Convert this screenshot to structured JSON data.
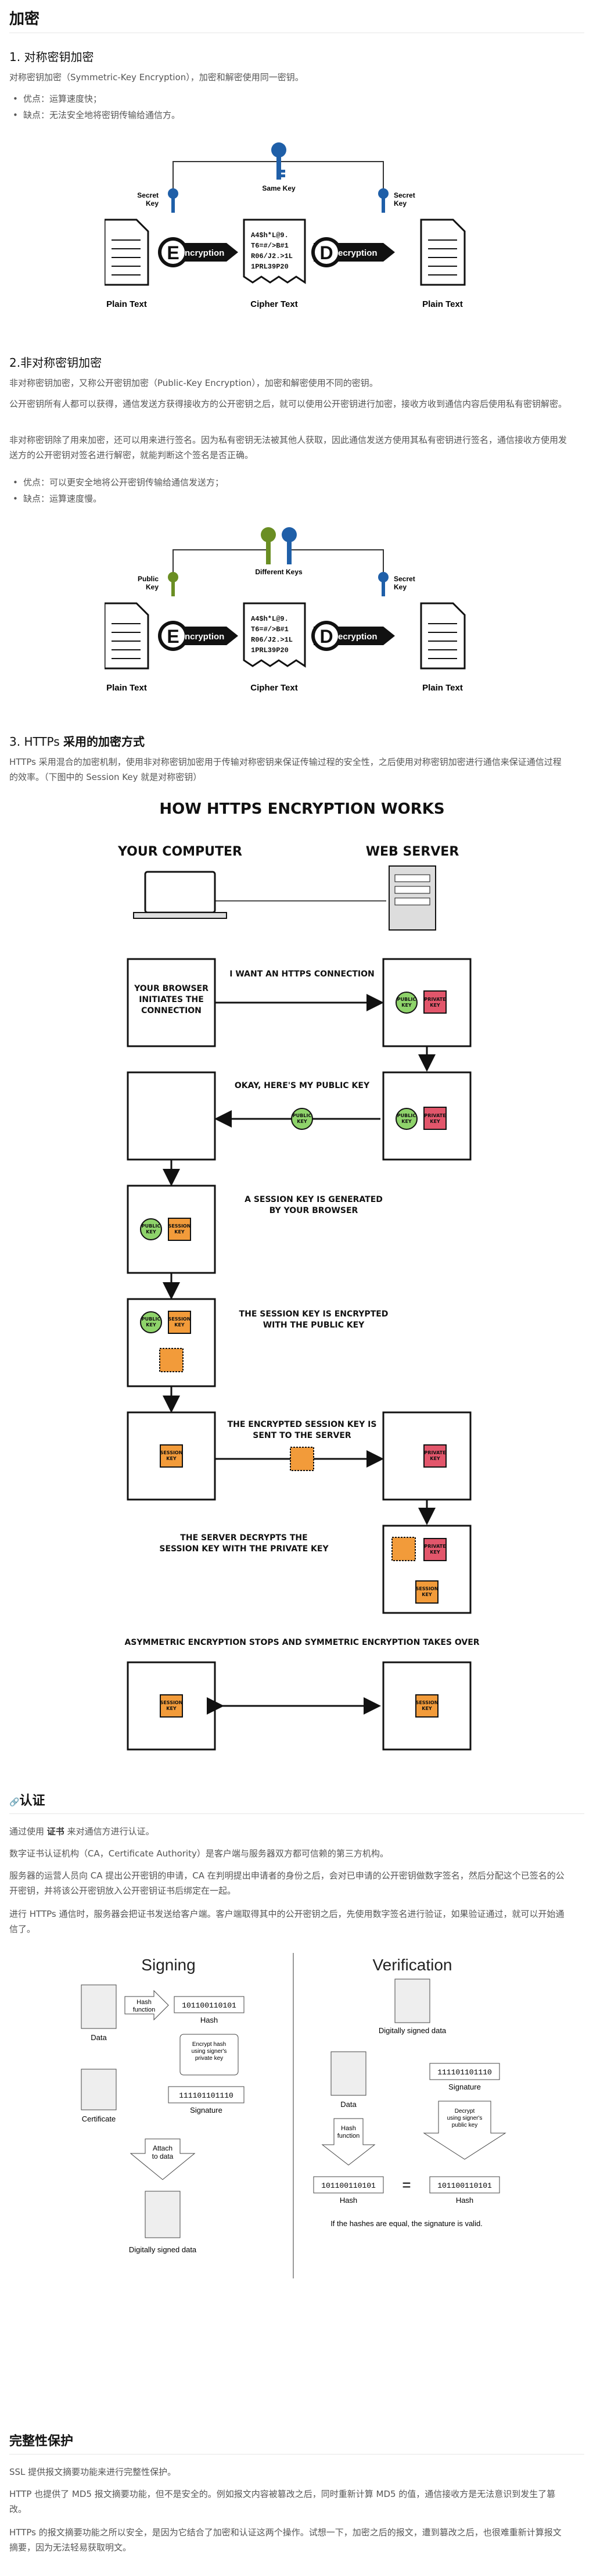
{
  "heading_main": "加密",
  "sym": {
    "title": "1. 对称密钥加密",
    "desc": "对称密钥加密（Symmetric-Key Encryption），加密和解密使用同一密钥。",
    "pro": "优点：运算速度快；",
    "con": "缺点：无法安全地将密钥传输给通信方。",
    "diagram": {
      "secret_key_l1": "Secret",
      "secret_key_l2": "Key",
      "same_key": "Same Key",
      "enc": "ncryption",
      "enc_letter": "E",
      "dec": "ecryption",
      "dec_letter": "D",
      "cipher_lines": [
        "A4$h*L@9.",
        "T6=#/>B#1",
        "R06/J2.>1L",
        "1PRL39P20"
      ],
      "plain_text": "Plain Text",
      "cipher_text": "Cipher Text"
    }
  },
  "asym": {
    "title": "2.非对称密钥加密",
    "desc1": "非对称密钥加密，又称公开密钥加密（Public-Key Encryption），加密和解密使用不同的密钥。",
    "desc2": "公开密钥所有人都可以获得，通信发送方获得接收方的公开密钥之后，就可以使用公开密钥进行加密，接收方收到通信内容后使用私有密钥解密。",
    "desc3": "非对称密钥除了用来加密，还可以用来进行签名。因为私有密钥无法被其他人获取，因此通信发送方使用其私有密钥进行签名，通信接收方使用发送方的公开密钥对签名进行解密，就能判断这个签名是否正确。",
    "pro": "优点：可以更安全地将公开密钥传输给通信发送方；",
    "con": "缺点：运算速度慢。",
    "diagram": {
      "public_l1": "Public",
      "public_l2": "Key",
      "different_keys": "Different Keys",
      "secret_l1": "Secret",
      "secret_l2": "Key",
      "plain_text": "Plain Text",
      "cipher_text": "Cipher Text"
    }
  },
  "https": {
    "title_prefix": "3. HTTPs ",
    "title_bold": "采用的加密方式",
    "desc": "HTTPs 采用混合的加密机制，使用非对称密钥加密用于传输对称密钥来保证传输过程的安全性，之后使用对称密钥加密进行通信来保证通信过程的效率。（下图中的 Session Key 就是对称密钥）",
    "diagram": {
      "title": "HOW HTTPS ENCRYPTION WORKS",
      "your_computer": "YOUR COMPUTER",
      "web_server": "WEB SERVER",
      "step1_box": [
        "YOUR BROWSER",
        "INITIATES THE",
        "CONNECTION"
      ],
      "step1_label": "I WANT AN HTTPS CONNECTION",
      "step2_label": "OKAY, HERE'S MY PUBLIC KEY",
      "step3_label": [
        "A SESSION KEY IS GENERATED",
        "BY YOUR BROWSER"
      ],
      "step4_label": [
        "THE SESSION KEY IS ENCRYPTED",
        "WITH THE PUBLIC KEY"
      ],
      "step5_label": [
        "THE ENCRYPTED SESSION KEY IS",
        "SENT TO THE SERVER"
      ],
      "step6_label": [
        "THE SERVER DECRYPTS THE",
        "SESSION KEY WITH THE PRIVATE KEY"
      ],
      "step7_label": "ASYMMETRIC ENCRYPTION STOPS AND SYMMETRIC ENCRYPTION TAKES OVER",
      "public": "PUBLIC",
      "private": "PRIVATE",
      "session": "SESSION",
      "key": "KEY"
    }
  },
  "auth": {
    "title": "认证",
    "p1_pre": "通过使用 ",
    "p1_bold": "证书",
    "p1_post": " 来对通信方进行认证。",
    "p2": "数字证书认证机构（CA，Certificate Authority）是客户端与服务器双方都可信赖的第三方机构。",
    "p3": "服务器的运营人员向 CA 提出公开密钥的申请，CA 在判明提出申请者的身份之后，会对已申请的公开密钥做数字签名，然后分配这个已签名的公开密钥，并将该公开密钥放入公开密钥证书后绑定在一起。",
    "p4": "进行 HTTPs 通信时，服务器会把证书发送给客户端。客户端取得其中的公开密钥之后，先使用数字签名进行验证，如果验证通过，就可以开始通信了。",
    "diagram": {
      "signing": "Signing",
      "verification": "Verification",
      "data": "Data",
      "hash_function": "Hash function",
      "hash_value": "101100110101",
      "hash": "Hash",
      "encrypt_note": "Encrypt hash using signer's private key",
      "signature_value": "111101101110",
      "signature": "Signature",
      "certificate": "Certificate",
      "attach": "Attach to data",
      "digitally_signed": "Digitally signed data",
      "decrypt_note": "Decrypt using signer's public key",
      "verify_hash": "101100110101",
      "equal_note": "If the hashes are equal, the signature is valid."
    }
  },
  "integrity": {
    "title": "完整性保护",
    "p1": "SSL 提供报文摘要功能来进行完整性保护。",
    "p2": "HTTP 也提供了 MD5 报文摘要功能，但不是安全的。例如报文内容被篡改之后，同时重新计算 MD5 的值，通信接收方是无法意识到发生了篡改。",
    "p3": "HTTPs 的报文摘要功能之所以安全，是因为它结合了加密和认证这两个操作。试想一下，加密之后的报文，遭到篡改之后，也很难重新计算报文摘要，因为无法轻易获取明文。"
  },
  "colors": {
    "key_blue": "#1f5fa8",
    "key_green": "#6a8e23",
    "public_green": "#8ed36a",
    "private_red": "#e2566b",
    "session_orange": "#f29b3a"
  }
}
